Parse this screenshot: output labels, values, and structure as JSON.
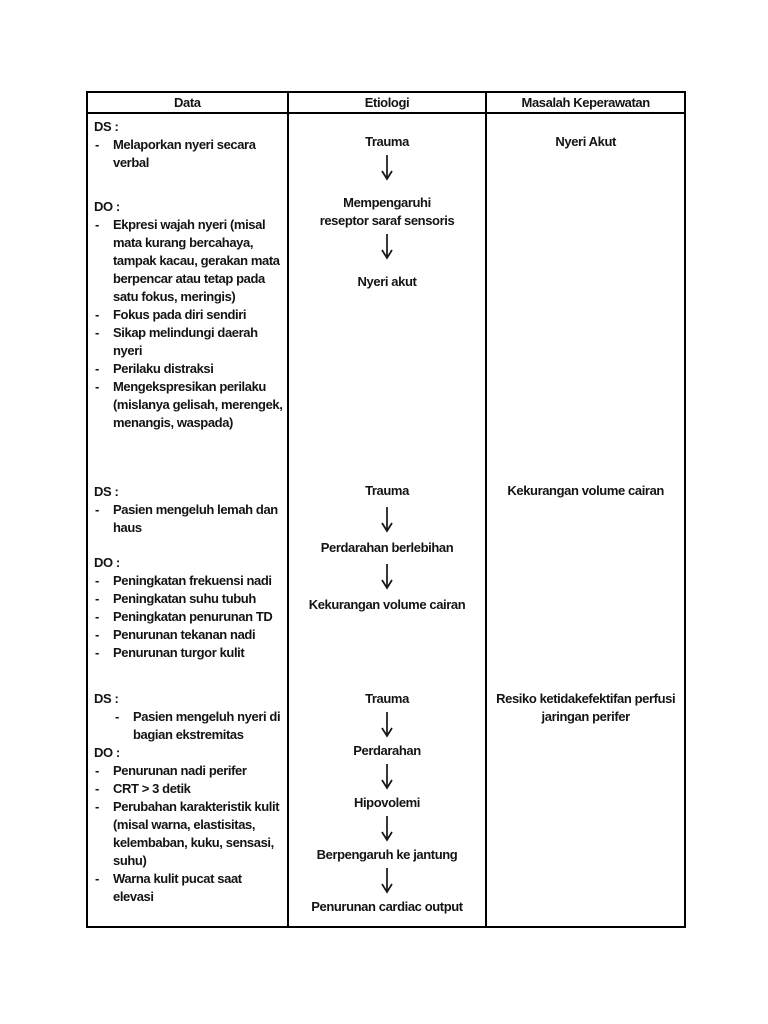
{
  "page": {
    "background": "#ffffff",
    "text_color": "#141414",
    "border_color": "#000000"
  },
  "icons": {
    "flow_arrow": "down-arrow"
  },
  "table": {
    "bullet": "-",
    "headers": [
      "Data",
      "Etiologi",
      "Masalah Keperawatan"
    ],
    "rows": [
      {
        "data": {
          "ds_label": "DS :",
          "ds_items": [
            "Melaporkan nyeri secara verbal"
          ],
          "do_label": "DO :",
          "do_items": [
            "Ekpresi wajah nyeri (misal mata kurang bercahaya, tampak kacau, gerakan mata berpencar atau tetap pada satu fokus, meringis)",
            "Fokus pada diri sendiri",
            "Sikap melindungi daerah nyeri",
            "Perilaku distraksi",
            "Mengekspresikan perilaku (mislanya gelisah, merengek, menangis, waspada)"
          ]
        },
        "etiologi": [
          "Trauma",
          "Mempengaruhi\nreseptor saraf sensoris",
          "Nyeri akut"
        ],
        "masalah": "Nyeri Akut"
      },
      {
        "data": {
          "ds_label": "DS :",
          "ds_items": [
            "Pasien mengeluh lemah dan haus"
          ],
          "do_label": "DO :",
          "do_items": [
            "Peningkatan frekuensi nadi",
            "Peningkatan suhu tubuh",
            "Peningkatan penurunan TD",
            "Penurunan tekanan nadi",
            "Penurunan turgor kulit"
          ]
        },
        "etiologi": [
          "Trauma",
          "Perdarahan berlebihan",
          "Kekurangan volume cairan"
        ],
        "masalah": "Kekurangan volume cairan"
      },
      {
        "data": {
          "ds_label": "DS :",
          "ds_items": [
            "Pasien mengeluh nyeri di bagian ekstremitas"
          ],
          "do_label": "DO :",
          "do_items": [
            "Penurunan nadi perifer",
            "CRT > 3 detik",
            "Perubahan karakteristik kulit (misal warna, elastisitas, kelembaban, kuku, sensasi, suhu)",
            "Warna kulit pucat saat elevasi"
          ]
        },
        "etiologi": [
          "Trauma",
          "Perdarahan",
          "Hipovolemi",
          "Berpengaruh ke jantung",
          "Penurunan cardiac output"
        ],
        "masalah": "Resiko ketidakefektifan perfusi\njaringan perifer"
      }
    ]
  }
}
